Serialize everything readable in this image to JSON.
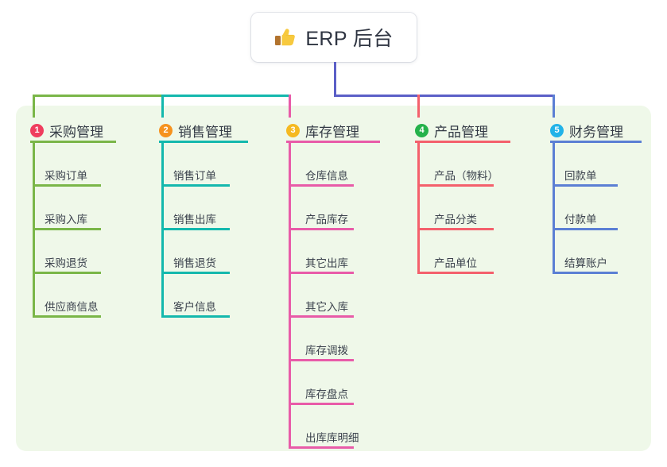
{
  "diagram": {
    "type": "mindmap",
    "title": "ERP 后台",
    "page_background": "#ffffff",
    "panel_background": "#eff8e9"
  },
  "root": {
    "emoji_name": "thumbs-up-icon",
    "emoji": "👍",
    "label": "ERP 后台",
    "stem_color": "#5b5fc7"
  },
  "branches": [
    {
      "number": "1",
      "badge_color": "#ef3d5e",
      "title": "采购管理",
      "line_color": "#7ab648",
      "items": [
        "采购订单",
        "采购入库",
        "采购退货",
        "供应商信息"
      ]
    },
    {
      "number": "2",
      "badge_color": "#f6921e",
      "title": "销售管理",
      "line_color": "#14b8ad",
      "items": [
        "销售订单",
        "销售出库",
        "销售退货",
        "客户信息"
      ]
    },
    {
      "number": "3",
      "badge_color": "#f5b921",
      "title": "库存管理",
      "line_color": "#e85ba8",
      "items": [
        "仓库信息",
        "产品库存",
        "其它出库",
        "其它入库",
        "库存调拨",
        "库存盘点",
        "出库库明细"
      ]
    },
    {
      "number": "4",
      "badge_color": "#25b24b",
      "title": "产品管理",
      "line_color": "#f4606c",
      "items": [
        "产品（物料）",
        "产品分类",
        "产品单位"
      ]
    },
    {
      "number": "5",
      "badge_color": "#22b3e8",
      "title": "财务管理",
      "line_color": "#5b7fd4",
      "items": [
        "回款单",
        "付款单",
        "结算账户"
      ]
    }
  ]
}
